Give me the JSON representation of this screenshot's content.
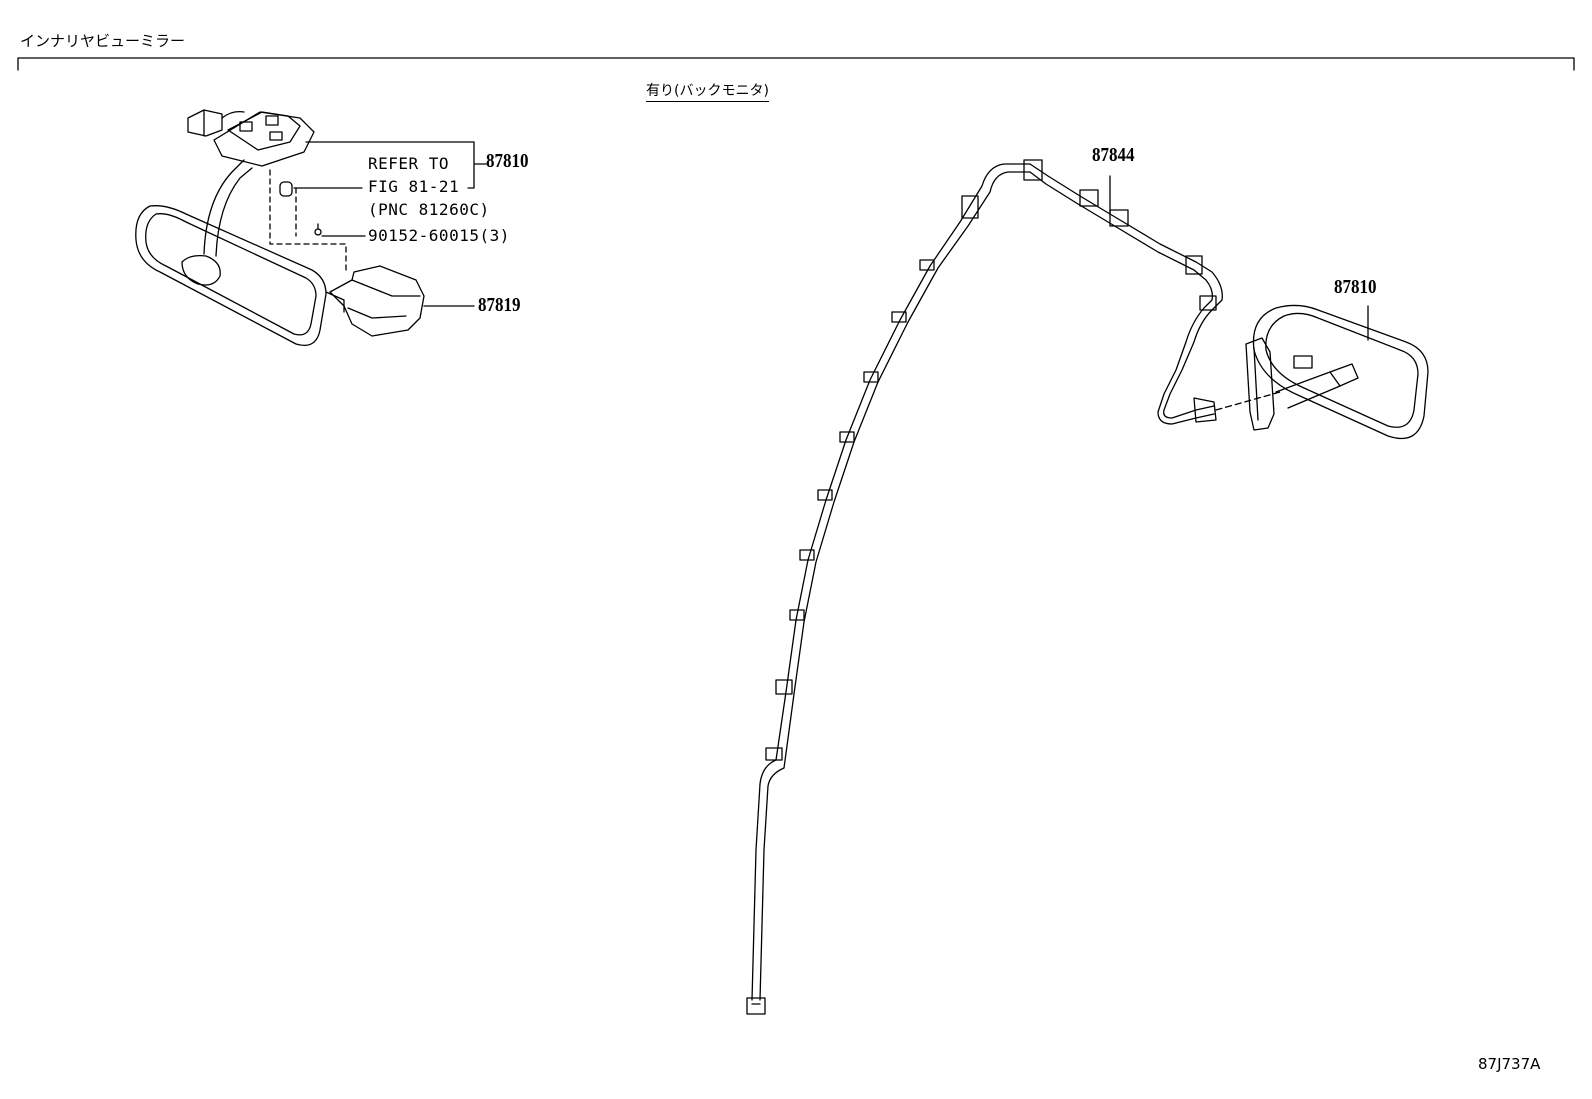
{
  "section_title": "インナリヤビューミラー",
  "variant_label": "有り(バックモニタ)",
  "illustration_id": "87J737A",
  "callouts": {
    "mirror_left_pn": "87810",
    "refer_line1": "REFER TO",
    "refer_line2": "FIG 81-21",
    "refer_line3": "(PNC 81260C)",
    "screw_pn": "90152-60015(3)",
    "cover_pn": "87819",
    "wire_pn": "87844",
    "mirror_right_pn": "87810"
  }
}
